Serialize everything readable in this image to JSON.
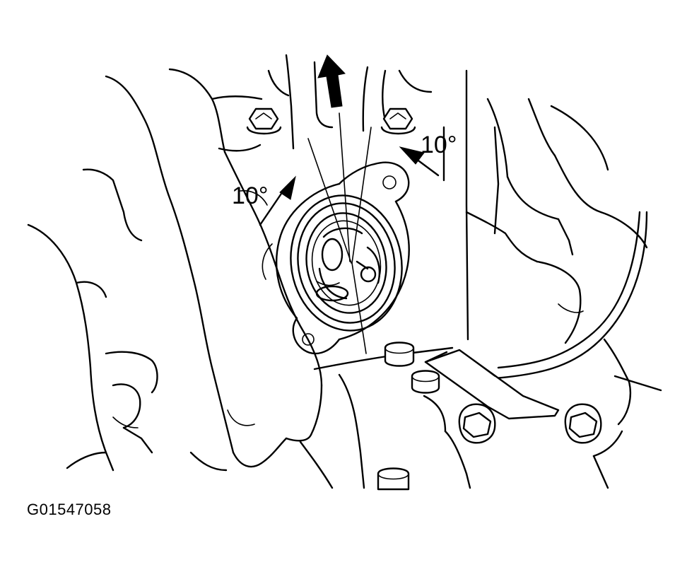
{
  "diagram": {
    "labels": {
      "left_angle": "10°",
      "right_angle": "10°"
    },
    "figure_id": "G01547058",
    "colors": {
      "line": "#000000",
      "background": "#ffffff"
    }
  }
}
